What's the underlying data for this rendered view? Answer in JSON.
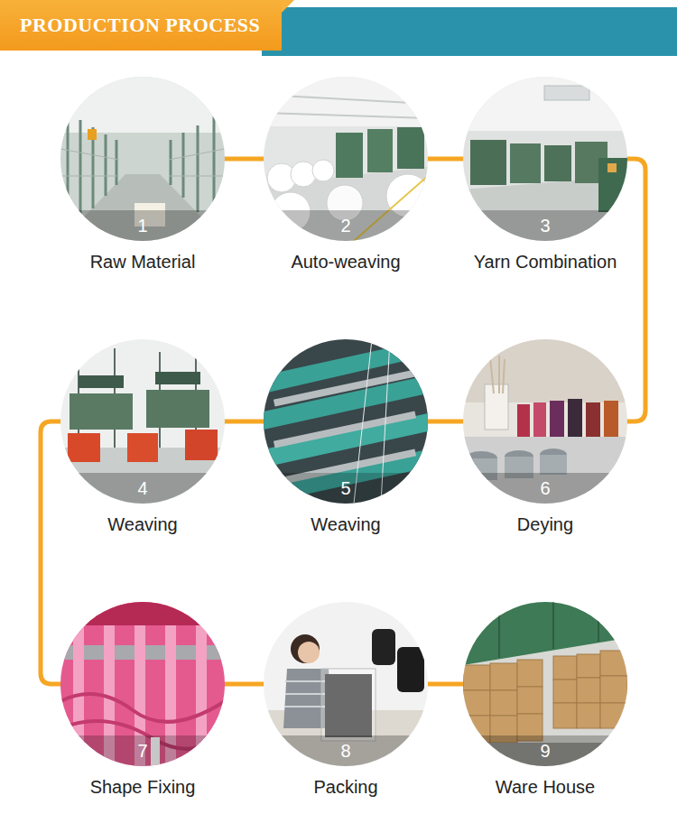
{
  "diagram": {
    "title": "PRODUCTION PROCESS",
    "nodes": [
      {
        "text": [
          "1",
          "Raw Material"
        ]
      },
      {
        "text": [
          "2",
          "Auto-weaving"
        ]
      },
      {
        "text": [
          "3",
          "Yarn Combination"
        ]
      },
      {
        "text": [
          "6",
          "Deying"
        ]
      },
      {
        "text": [
          "5",
          "Weaving"
        ]
      },
      {
        "text": [
          "4",
          "Weaving"
        ]
      },
      {
        "text": [
          "7",
          "Shape Fixing"
        ]
      },
      {
        "text": [
          "8",
          "Packing"
        ]
      },
      {
        "text": [
          "9",
          "Ware House"
        ]
      }
    ],
    "edges": [
      {
        "from": 0,
        "to": 1,
        "arrow": "none"
      },
      {
        "from": 1,
        "to": 2,
        "arrow": "none"
      },
      {
        "from": 2,
        "to": 3,
        "arrow": "none"
      },
      {
        "from": 3,
        "to": 4,
        "arrow": "none"
      },
      {
        "from": 4,
        "to": 5,
        "arrow": "none"
      },
      {
        "from": 5,
        "to": 6,
        "arrow": "none"
      },
      {
        "from": 6,
        "to": 7,
        "arrow": "none"
      },
      {
        "from": 7,
        "to": 8,
        "arrow": "none"
      }
    ]
  }
}
